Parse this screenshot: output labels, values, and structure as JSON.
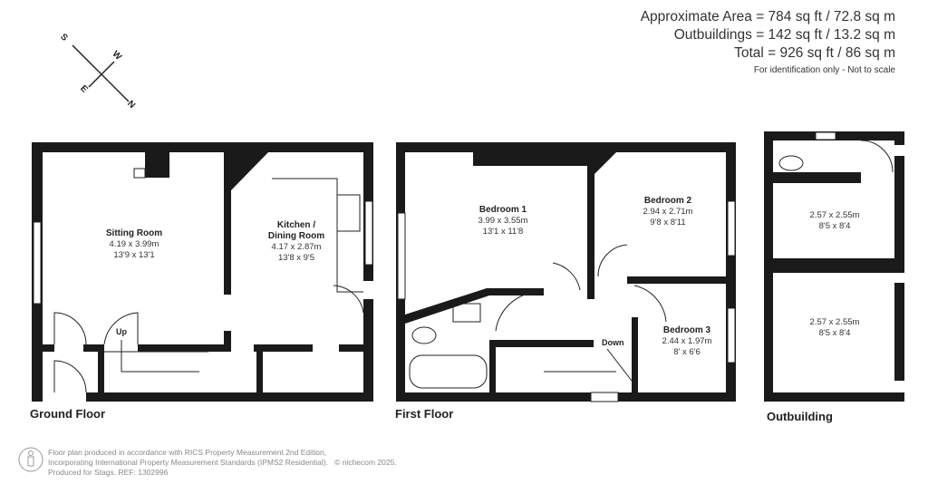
{
  "summary": {
    "approx_area": "Approximate Area = 784 sq ft / 72.8 sq m",
    "outbuildings": "Outbuildings = 142 sq ft / 13.2 sq m",
    "total": "Total = 926 sq ft / 86 sq m",
    "disclaimer": "For identification only - Not to scale"
  },
  "compass": {
    "n": "N",
    "s": "S",
    "e": "E",
    "w": "W"
  },
  "floors": {
    "ground": {
      "label": "Ground Floor",
      "stairs_label": "Up",
      "rooms": [
        {
          "name": "Sitting Room",
          "metric": "4.19 x 3.99m",
          "imperial": "13'9 x 13'1"
        },
        {
          "name": "Kitchen /",
          "name2": "Dining Room",
          "metric": "4.17 x 2.87m",
          "imperial": "13'8 x 9'5"
        }
      ]
    },
    "first": {
      "label": "First Floor",
      "stairs_label": "Down",
      "rooms": [
        {
          "name": "Bedroom 1",
          "metric": "3.99 x 3.55m",
          "imperial": "13'1 x 11'8"
        },
        {
          "name": "Bedroom 2",
          "metric": "2.94 x 2.71m",
          "imperial": "9'8 x 8'11"
        },
        {
          "name": "Bedroom 3",
          "metric": "2.44 x 1.97m",
          "imperial": "8' x 6'6"
        }
      ]
    },
    "outbuilding": {
      "label": "Outbuilding",
      "rooms": [
        {
          "metric": "2.57 x 2.55m",
          "imperial": "8'5 x 8'4"
        },
        {
          "metric": "2.57 x 2.55m",
          "imperial": "8'5 x 8'4"
        }
      ]
    }
  },
  "footer": {
    "line1": "Floor plan produced in accordance with RICS Property Measurement 2nd Edition,",
    "line2": "Incorporating International Property Measurement Standards (IPMS2 Residential).",
    "copyright": "© nichecom 2025.",
    "line3": "Produced for Stags.   REF: 1302996"
  }
}
